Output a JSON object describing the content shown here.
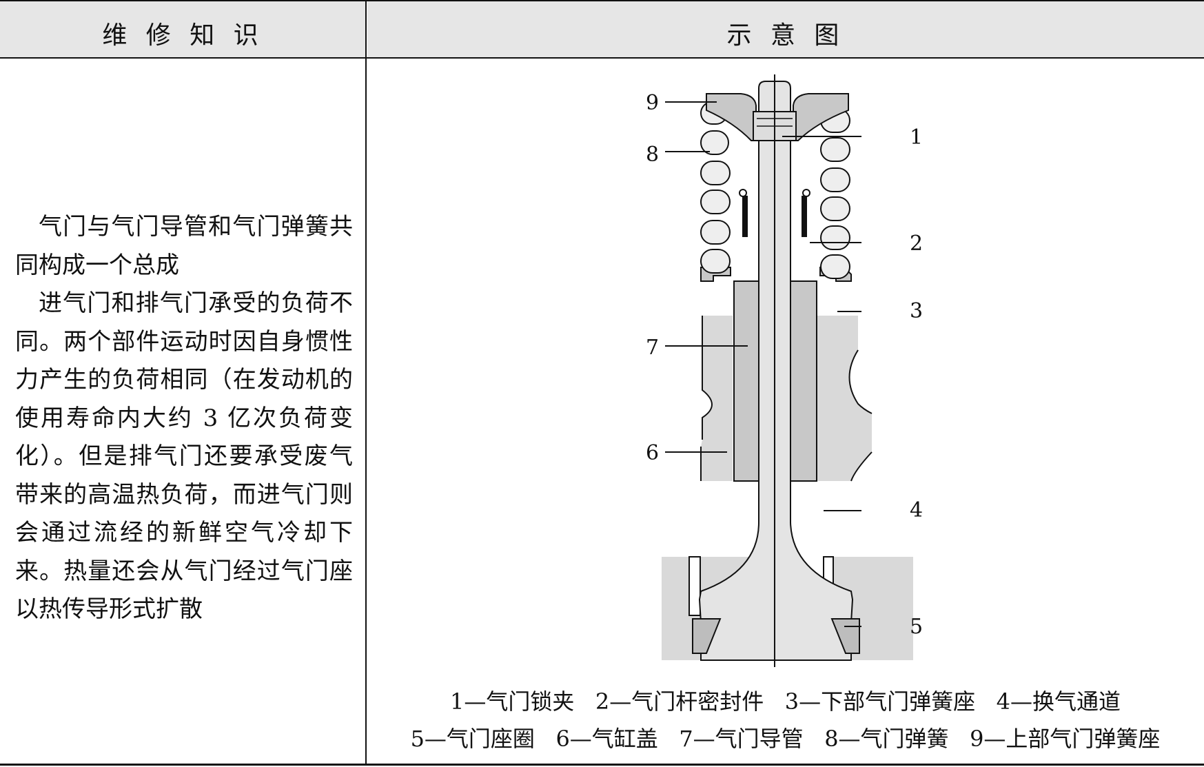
{
  "header": {
    "left": "维 修 知 识",
    "right": "示   意   图"
  },
  "text": {
    "para1": "气门与气门导管和气门弹簧共同构成一个总成",
    "para2": "进气门和排气门承受的负荷不同。两个部件运动时因自身惯性力产生的负荷相同（在发动机的使用寿命内大约 3 亿次负荷变化）。但是排气门还要承受废气带来的高温热负荷，而进气门则会通过流经的新鲜空气冷却下来。热量还会从气门经过气门座以热传导形式扩散"
  },
  "figure": {
    "callouts": [
      "1",
      "2",
      "3",
      "4",
      "5",
      "6",
      "7",
      "8",
      "9"
    ]
  },
  "caption": {
    "line1": "1—气门锁夹   2—气门杆密封件   3—下部气门弹簧座   4—换气通道",
    "line2": "5—气门座圈   6—气缸盖   7—气门导管   8—气门弹簧   9—上部气门弹簧座"
  },
  "colors": {
    "header_bg": "#e6e6e6",
    "grey": "#d9d9d9",
    "metal": "#c8c8c8",
    "line": "#111111"
  }
}
